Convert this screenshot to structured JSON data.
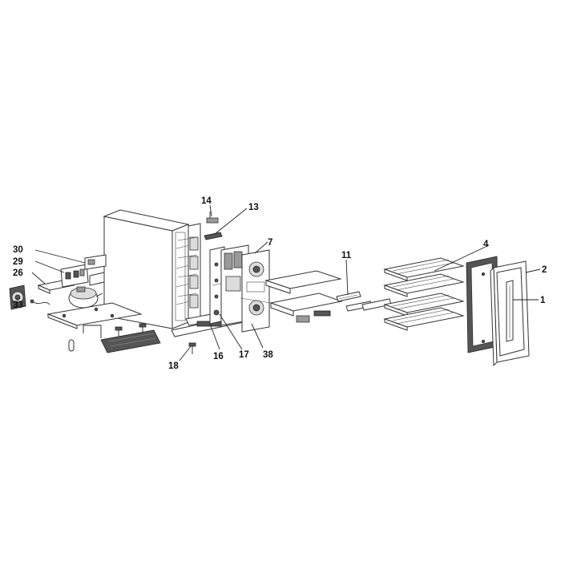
{
  "callouts": [
    {
      "id": "c1",
      "label": "1"
    },
    {
      "id": "c2",
      "label": "2"
    },
    {
      "id": "c4",
      "label": "4"
    },
    {
      "id": "c7",
      "label": "7"
    },
    {
      "id": "c11",
      "label": "11"
    },
    {
      "id": "c13",
      "label": "13"
    },
    {
      "id": "c14",
      "label": "14"
    },
    {
      "id": "c16",
      "label": "16"
    },
    {
      "id": "c17",
      "label": "17"
    },
    {
      "id": "c18",
      "label": "18"
    },
    {
      "id": "c26",
      "label": "26"
    },
    {
      "id": "c29",
      "label": "29"
    },
    {
      "id": "c30",
      "label": "30"
    },
    {
      "id": "c33",
      "label": "33"
    },
    {
      "id": "c38",
      "label": "38"
    }
  ],
  "colors": {
    "line": "#222222",
    "fill_dark": "#555555",
    "fill_mid": "#9a9a9a",
    "fill_light": "#dcdcdc",
    "background": "#ffffff"
  }
}
